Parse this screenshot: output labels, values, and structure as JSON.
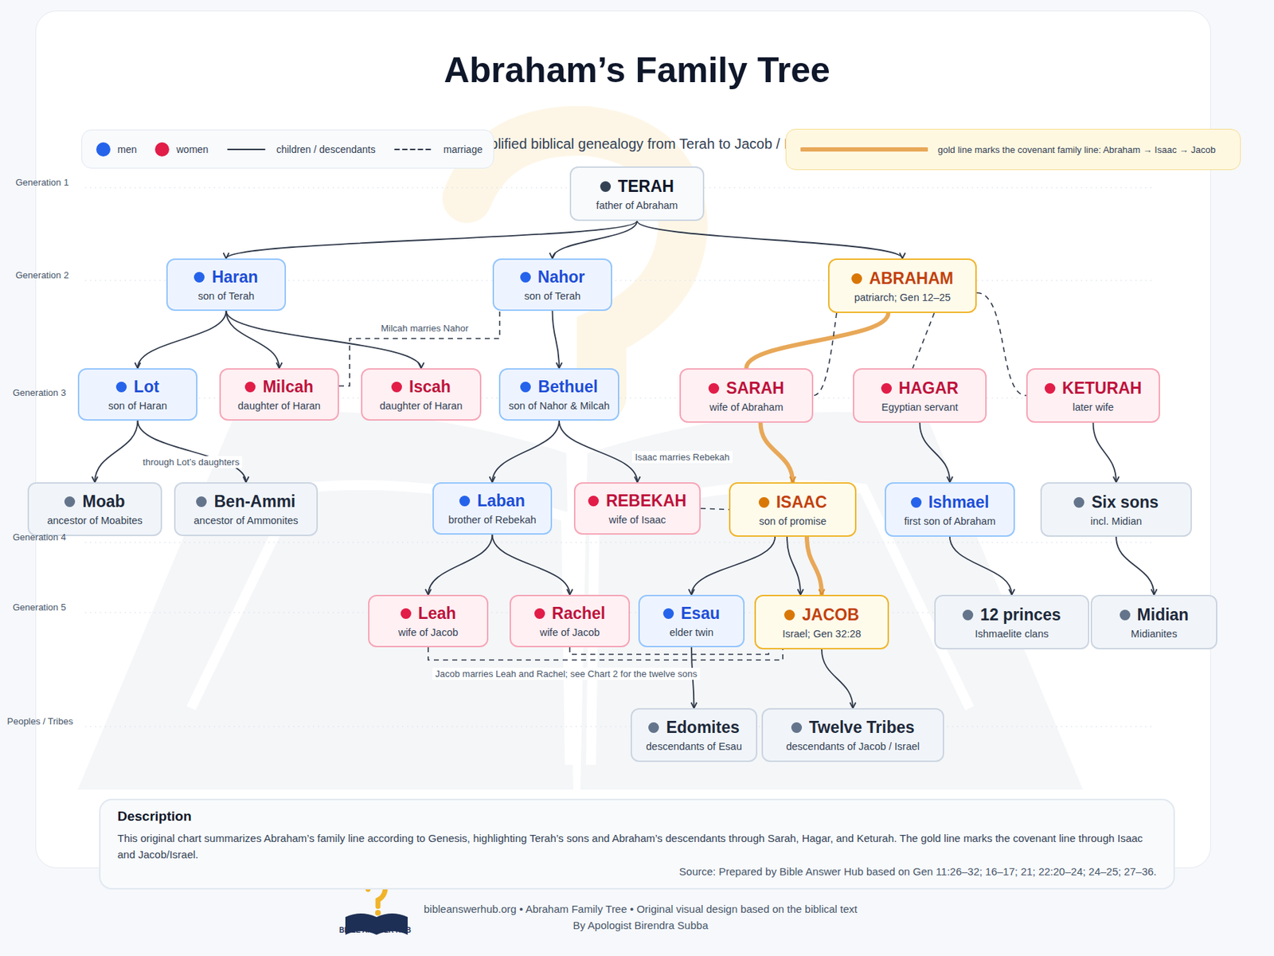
{
  "diagram": {
    "title": "Abraham’s Family Tree",
    "caption": "A simplified biblical genealogy from Terah to Jacob / Israel",
    "nodes": [
      {
        "text": [
          "TERAH",
          "father of Abraham"
        ]
      },
      {
        "text": [
          "Haran",
          "son of Terah"
        ]
      },
      {
        "text": [
          "Nahor",
          "son of Terah"
        ]
      },
      {
        "text": [
          "ABRAHAM",
          "patriarch; Gen 12–25"
        ]
      },
      {
        "text": [
          "Lot",
          "son of Haran"
        ]
      },
      {
        "text": [
          "Milcah",
          "daughter of Haran"
        ]
      },
      {
        "text": [
          "Iscah",
          "daughter of Haran"
        ]
      },
      {
        "text": [
          "Bethuel",
          "son of Nahor & Milcah"
        ]
      },
      {
        "text": [
          "SARAH",
          "wife of Abraham"
        ]
      },
      {
        "text": [
          "HAGAR",
          "Egyptian servant"
        ]
      },
      {
        "text": [
          "KETURAH",
          "later wife"
        ]
      },
      {
        "text": [
          "Moab",
          "ancestor of Moabites"
        ]
      },
      {
        "text": [
          "Ben-Ammi",
          "ancestor of Ammonites"
        ]
      },
      {
        "text": [
          "Laban",
          "brother of Rebekah"
        ]
      },
      {
        "text": [
          "REBEKAH",
          "wife of Isaac"
        ]
      },
      {
        "text": [
          "ISAAC",
          "son of promise"
        ]
      },
      {
        "text": [
          "Ishmael",
          "first son of Abraham"
        ]
      },
      {
        "text": [
          "Six sons",
          "incl. Midian"
        ]
      },
      {
        "text": [
          "Leah",
          "wife of Jacob"
        ]
      },
      {
        "text": [
          "Rachel",
          "wife of Jacob"
        ]
      },
      {
        "text": [
          "Esau",
          "elder twin"
        ]
      },
      {
        "text": [
          "JACOB",
          "Israel; Gen 32:28"
        ]
      },
      {
        "text": [
          "12 princes",
          "Ishmaelite clans"
        ]
      },
      {
        "text": [
          "Midian",
          "Midianites"
        ]
      },
      {
        "text": [
          "Edomites",
          "descendants of Esau"
        ]
      },
      {
        "text": [
          "Twelve Tribes",
          "descendants of Jacob / Israel"
        ]
      },
      {
        "text": [
          "Description",
          "This original chart summarizes Abraham’s family line according to Genesis, highlighting Terah’s sons and Abraham’s descendants through Sarah, Hagar, and Keturah. The gold line marks the covenant line through Isaac and Jacob/Israel.",
          "Source: Prepared by Bible Answer Hub based on Gen 11:26–32; 16–17; 21; 22:20–24; 24–25; 27–36."
        ]
      }
    ],
    "edges": [
      {
        "from": 0,
        "to": 1,
        "arrow": "to"
      },
      {
        "from": 0,
        "to": 2,
        "arrow": "to"
      },
      {
        "from": 0,
        "to": 3,
        "arrow": "to"
      },
      {
        "from": 1,
        "to": 4,
        "arrow": "to"
      },
      {
        "from": 1,
        "to": 5,
        "arrow": "to"
      },
      {
        "from": 1,
        "to": 6,
        "arrow": "to"
      },
      {
        "from": 5,
        "to": 2,
        "arrow": "none"
      },
      {
        "from": 2,
        "to": 7,
        "arrow": "to"
      },
      {
        "from": 3,
        "to": 8,
        "arrow": "none"
      },
      {
        "from": 3,
        "to": 9,
        "arrow": "none"
      },
      {
        "from": 3,
        "to": 10,
        "arrow": "none"
      },
      {
        "from": 3,
        "to": 8,
        "arrow": "none"
      },
      {
        "from": 4,
        "to": 11,
        "arrow": "to"
      },
      {
        "from": 4,
        "to": 12,
        "arrow": "to"
      },
      {
        "from": 7,
        "to": 13,
        "arrow": "to"
      },
      {
        "from": 7,
        "to": 14,
        "arrow": "to"
      },
      {
        "from": 8,
        "to": 15,
        "arrow": "to"
      },
      {
        "from": 9,
        "to": 16,
        "arrow": "to"
      },
      {
        "from": 10,
        "to": 17,
        "arrow": "to"
      },
      {
        "from": 14,
        "to": 15,
        "arrow": "none"
      },
      {
        "from": 13,
        "to": 18,
        "arrow": "to"
      },
      {
        "from": 13,
        "to": 19,
        "arrow": "to"
      },
      {
        "from": 15,
        "to": 20,
        "arrow": "to"
      },
      {
        "from": 15,
        "to": 21,
        "arrow": "to"
      },
      {
        "from": 15,
        "to": 21,
        "arrow": "to"
      },
      {
        "from": 16,
        "to": 22,
        "arrow": "to"
      },
      {
        "from": 17,
        "to": 23,
        "arrow": "to"
      },
      {
        "from": 18,
        "to": 21,
        "arrow": "none"
      },
      {
        "from": 19,
        "to": 21,
        "arrow": "none"
      },
      {
        "from": 20,
        "to": 24,
        "arrow": "to"
      },
      {
        "from": 21,
        "to": 25,
        "arrow": "to"
      }
    ],
    "labels": [
      "Generation 1",
      "Generation 2",
      "Generation 3",
      "Generation 4",
      "Generation 5",
      "Peoples / Tribes",
      "Milcah marries Nahor",
      "through Lot’s daughters",
      "Isaac marries Rebekah",
      "Jacob marries Leah and Rachel; see Chart 2 for the twelve sons",
      "bibleanswerhub.org • Abraham Family Tree • Original visual design based on the biblical text",
      "By Apologist Birendra Subba",
      "BIBLE ANSWER HUB"
    ],
    "legend": [
      {
        "text": "men",
        "color": "#2563eb"
      },
      {
        "text": "women",
        "color": "#e11d48"
      },
      {
        "text": "children / descendants"
      },
      {
        "text": "marriage"
      },
      {
        "text": "gold line marks the covenant family line: Abraham → Isaac → Jacob"
      }
    ]
  }
}
